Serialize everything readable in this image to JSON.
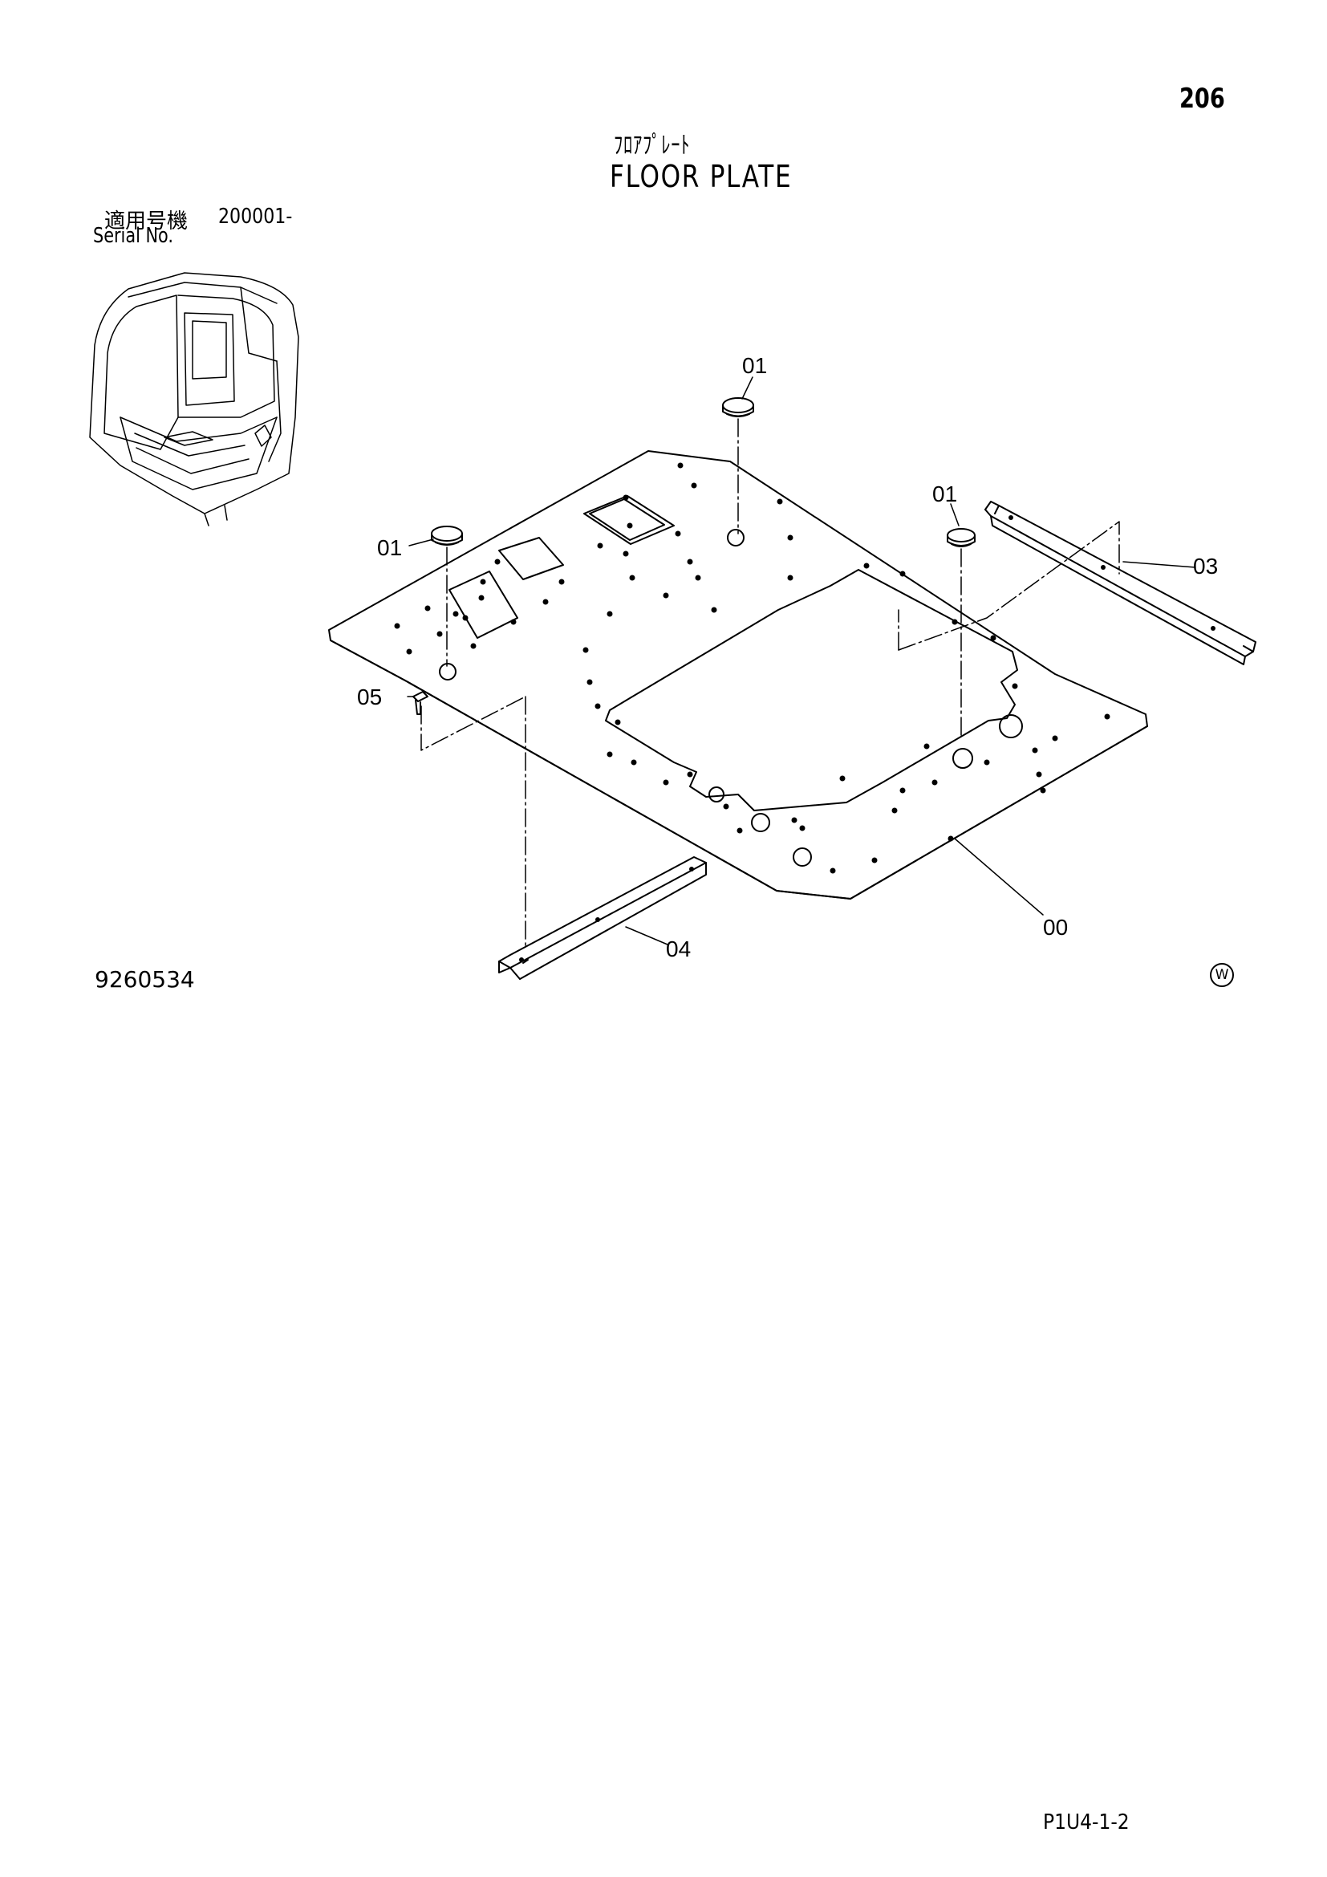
{
  "page_number": "206",
  "title_jp": "ﾌﾛｱﾌﾟﾚｰﾄ",
  "title_en": "FLOOR PLATE",
  "serial": {
    "label_jp": "適用号機",
    "range": "200001-",
    "label_en": "Serial No."
  },
  "callouts": {
    "top": "01",
    "left": "01",
    "right": "01",
    "rail_right": "03",
    "bolt": "05",
    "plate": "00",
    "rail_front": "04"
  },
  "drawing_number": "9260534",
  "page_code": "P1U4-1-2",
  "mark": "W"
}
